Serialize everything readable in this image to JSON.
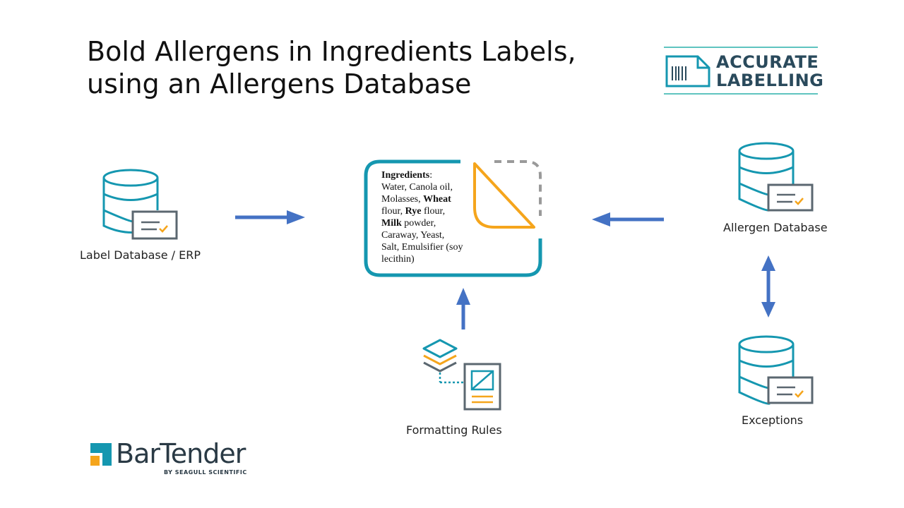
{
  "title": {
    "line1": "Bold Allergens in Ingredients Labels,",
    "line2": "using an Allergens Database"
  },
  "logos": {
    "accurate_labelling": {
      "line1": "ACCURATE",
      "line2": "LABELLING"
    },
    "bartender": {
      "word": "BarTender",
      "sub": "BY SEAGULL SCIENTIFIC"
    }
  },
  "nodes": {
    "label_database": "Label Database / ERP",
    "allergen_database": "Allergen Database",
    "exceptions": "Exceptions",
    "formatting_rules": "Formatting Rules"
  },
  "label_card": {
    "heading": "Ingredients",
    "heading_suffix": ":",
    "text_1": "Water, Canola oil, Molasses, ",
    "bold_1": "Wheat",
    "text_2": " flour, ",
    "bold_2": "Rye",
    "text_3": " flour, ",
    "bold_3": "Milk",
    "text_4": " powder, Caraway, Yeast, Salt, Emulsifier (soy lecithin)"
  },
  "colors": {
    "teal": "#1597b0",
    "orange": "#f5a51c",
    "arrow_blue": "#4472c4",
    "gray": "#5b6770"
  },
  "icons": [
    "database-icon",
    "document-check-icon",
    "layers-icon",
    "page-layout-icon",
    "barcode-label-icon",
    "bartender-logo-icon"
  ]
}
